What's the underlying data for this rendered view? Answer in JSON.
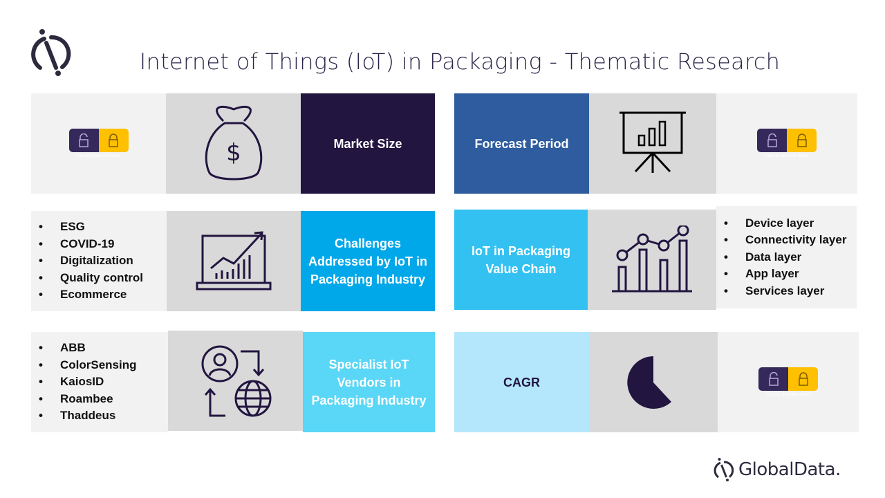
{
  "title": "Internet of Things (IoT) in Packaging - Thematic Research",
  "lock_caption": "Click to show the report",
  "tiles": {
    "market_size": "Market Size",
    "forecast_period": "Forecast Period",
    "challenges": "Challenges Addressed by IoT in Packaging Industry",
    "value_chain": "IoT in Packaging Value Chain",
    "vendors": "Specialist IoT Vendors in Packaging Industry",
    "cagr": "CAGR"
  },
  "challenges_list": [
    "ESG",
    "COVID-19",
    "Digitalization",
    "Quality control",
    "Ecommerce"
  ],
  "value_chain_list": [
    "Device layer",
    "Connectivity layer",
    "Data layer",
    "App layer",
    "Services layer"
  ],
  "vendors_list": [
    "ABB",
    "ColorSensing",
    "KaiosID",
    "Roambee",
    "Thaddeus"
  ],
  "brand": "GlobalData.",
  "colors": {
    "dark": "#221540",
    "blue": "#2e5c9e",
    "cyan1": "#00a7e9",
    "cyan2": "#33c1f2",
    "cyan3": "#5ad6f6",
    "cyan4": "#b4e7fb",
    "lock": "#ffc000"
  }
}
